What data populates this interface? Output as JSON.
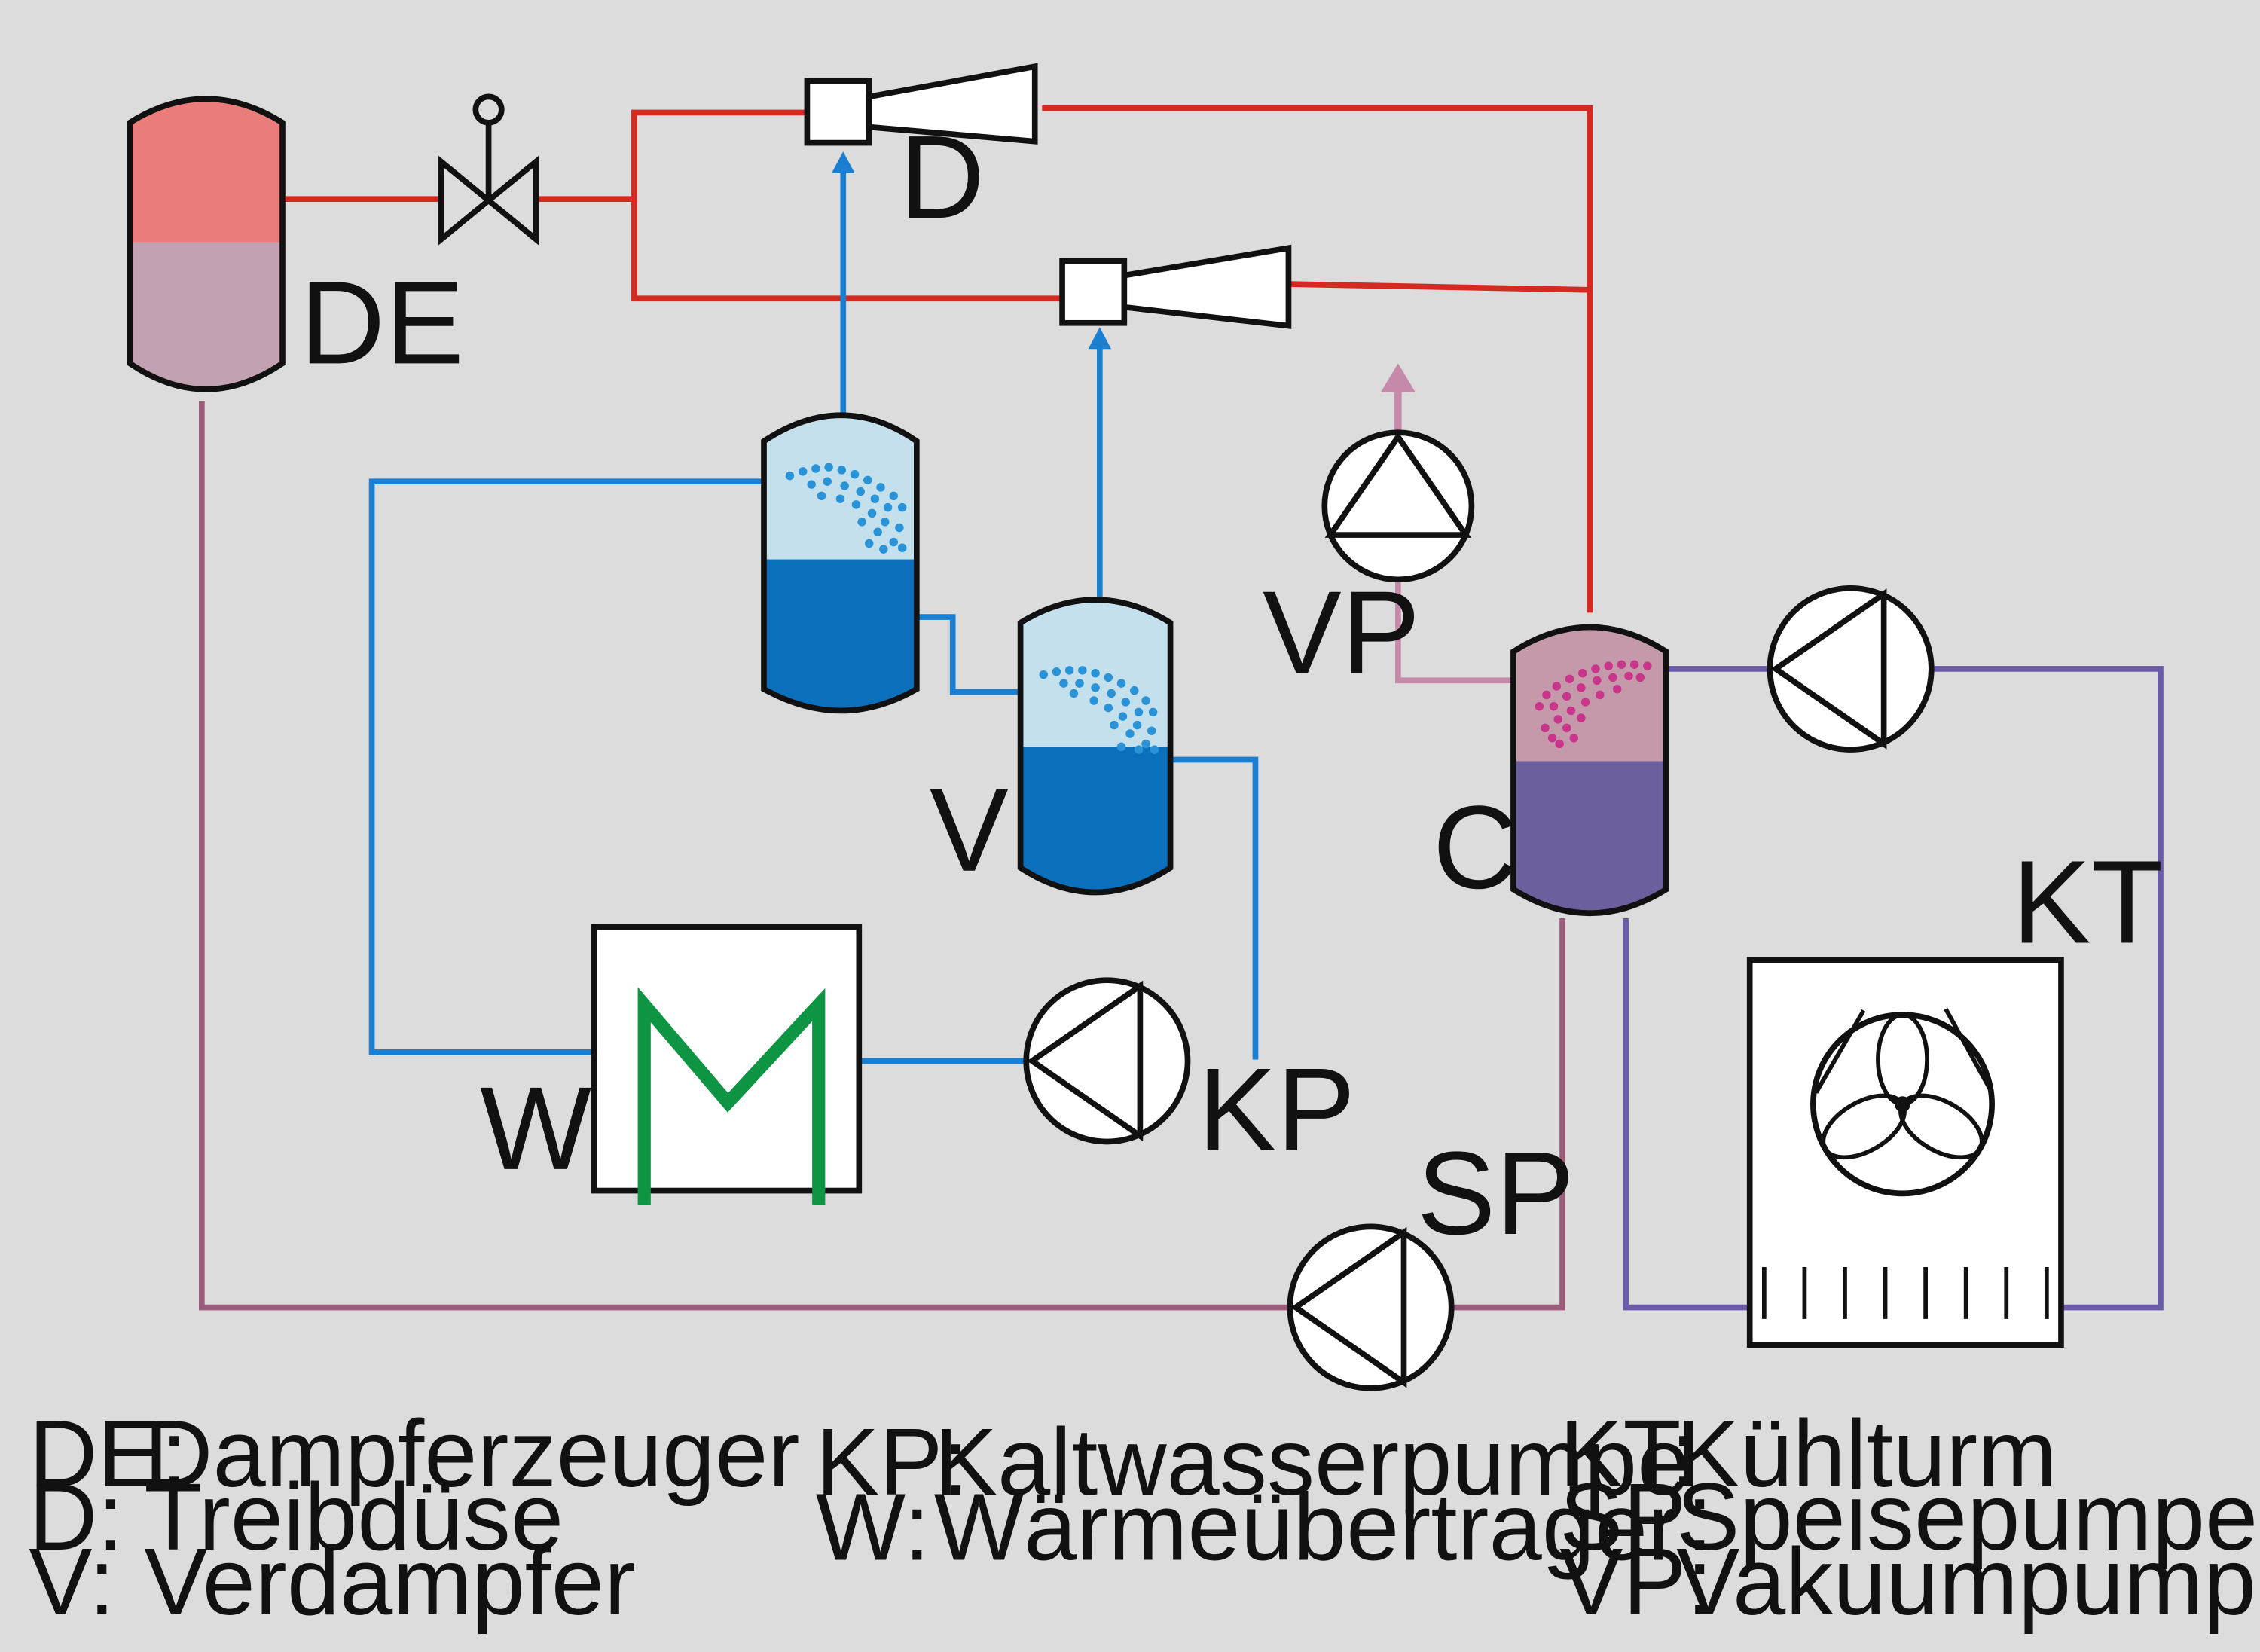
{
  "colors": {
    "background": "#dcdcdc",
    "steam": "#d42a22",
    "chilled_water": "#1a7fd0",
    "condensate": "#9a5c78",
    "cooling_water": "#6b5aa8",
    "vacuum_line": "#c48aa8",
    "tank_steam": "#ea7c7c",
    "tank_condensate": "#c2a2b2",
    "water_fill": "#0b70bb",
    "water_vapor": "#c4e0ec",
    "condenser_vapor": "#c49aaa",
    "condenser_liquid": "#6d5f9d",
    "heat_exchanger_coil": "#0d9544",
    "spray_blue": "#2a93d8",
    "spray_magenta": "#c9358a"
  },
  "icons": [
    "valve-icon",
    "nozzle-icon",
    "pump-icon",
    "fan-icon",
    "coil-icon"
  ],
  "components": {
    "steam_generator": "DE",
    "nozzle": "D",
    "evaporator": "V",
    "heat_exchanger": "W",
    "chilled_water_pump": "KP",
    "feed_pump": "SP",
    "condenser": "C",
    "vacuum_pump": "VP",
    "cooling_tower": "KT"
  },
  "legend": [
    [
      {
        "abbr": "DE:",
        "text": "Dampferzeuger"
      },
      {
        "abbr": "D:",
        "text": "Treibdüse"
      },
      {
        "abbr": "V:",
        "text": "Verdampfer"
      }
    ],
    [
      {
        "abbr": "KP:",
        "text": "Kaltwasserpumpe"
      },
      {
        "abbr": "W:",
        "text": "Wärmeübertrager"
      }
    ],
    [
      {
        "abbr": "KT:",
        "text": "Kühlturm"
      },
      {
        "abbr": "SP:",
        "text": "Speisepumpe"
      },
      {
        "abbr": "VP:",
        "text": "Vakuumpumpe"
      }
    ]
  ]
}
